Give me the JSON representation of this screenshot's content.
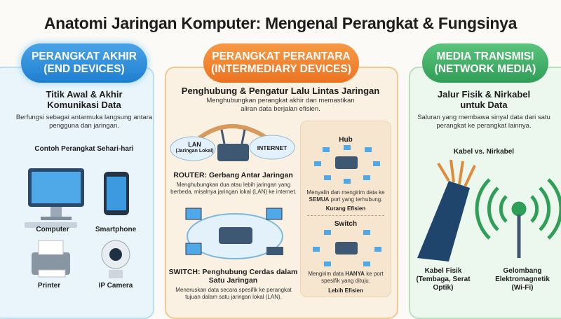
{
  "title": "Anatomi Jaringan Komputer: Mengenal Perangkat & Fungsinya",
  "end_devices": {
    "badge_line1": "PERANGKAT AKHIR",
    "badge_line2": "(END DEVICES)",
    "heading": "Titik Awal & Akhir Komunikasi Data",
    "description": "Berfungsi sebagai antarmuka langsung antara pengguna dan jaringan.",
    "examples_title": "Contoh Perangkat Sehari-hari",
    "devices": [
      "Computer",
      "Smartphone",
      "Printer",
      "IP Camera"
    ]
  },
  "intermediary": {
    "badge_line1": "PERANGKAT PERANTARA",
    "badge_line2": "(INTERMEDIARY DEVICES)",
    "heading": "Penghubung & Pengatur Lalu Lintas Jaringan",
    "description": "Menghubungkan perangkat akhir dan memastikan aliran data berjalan efisien.",
    "lan_label": "LAN",
    "lan_sub": "(Jaringan Lokal)",
    "internet_label": "INTERNET",
    "router_title": "ROUTER: Gerbang Antar Jaringan",
    "router_desc": "Menghubungkan dua atau lebih jaringan yang berbeda, misalnya jaringan lokal (LAN) ke internet.",
    "switch_title": "SWITCH: Penghubung Cerdas dalam Satu Jaringan",
    "switch_desc": "Meneruskan data secara spesifik ke perangkat tujuan dalam satu jaringan lokal (LAN).",
    "hub_title": "Hub",
    "hub_desc_pre": "Menyalin dan mengirim data ke ",
    "hub_desc_bold": "SEMUA",
    "hub_desc_post": " port yang terhubung.",
    "hub_verdict": "Kurang Efisien",
    "switch_compare_title": "Switch",
    "switch_compare_pre": "Mengirim data ",
    "switch_compare_bold": "HANYA",
    "switch_compare_post": " ke port spesifik yang dituju.",
    "switch_verdict": "Lebih Efisien"
  },
  "media": {
    "badge_line1": "MEDIA TRANSMISI",
    "badge_line2": "(NETWORK MEDIA)",
    "heading": "Jalur Fisik & Nirkabel untuk Data",
    "description": "Saluran yang membawa sinyal data dari satu perangkat ke perangkat lainnya.",
    "compare_title": "Kabel vs. Nirkabel",
    "cable_label": "Kabel Fisik (Tembaga, Serat Optik)",
    "wireless_label": "Gelombang Elektromagnetik (Wi-Fi)"
  },
  "colors": {
    "end_devices": "#1f7fd0",
    "intermediary": "#ec7322",
    "media": "#2f9e57"
  }
}
